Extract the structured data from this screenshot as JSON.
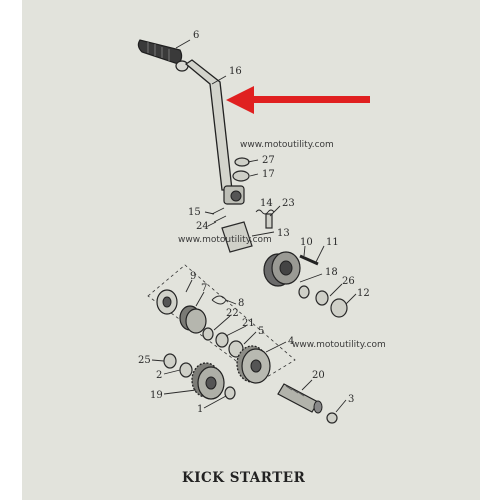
{
  "title": "KICK STARTER",
  "watermarks": [
    "www.motoutility.com",
    "www.motoutility.com",
    "www.motoutility.com"
  ],
  "part_labels": [
    "6",
    "16",
    "27",
    "17",
    "15",
    "24",
    "14",
    "23",
    "13",
    "10",
    "11",
    "18",
    "26",
    "12",
    "9",
    "7",
    "8",
    "22",
    "21",
    "5",
    "4",
    "25",
    "2",
    "19",
    "1",
    "20",
    "3"
  ],
  "colors": {
    "paper": "#e2e3dc",
    "ink": "#2b2b2b",
    "arrow": "#e02020"
  },
  "icons": {
    "pointer": "red-arrow-icon"
  }
}
